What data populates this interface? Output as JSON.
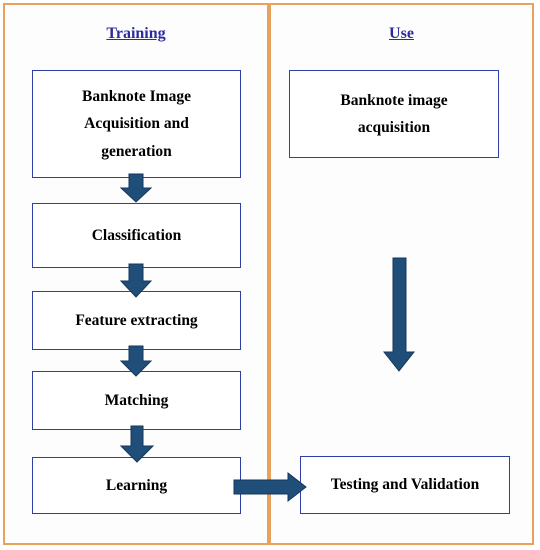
{
  "training": {
    "title": "Training",
    "steps": [
      "Banknote Image Acquisition and generation",
      "Classification",
      "Feature extracting",
      "Matching",
      "Learning"
    ]
  },
  "use": {
    "title": "Use",
    "steps": [
      "Banknote image acquisition",
      "Testing and Validation"
    ]
  },
  "colors": {
    "panel_border": "#e8a25c",
    "box_border": "#2f3fa8",
    "title_text": "#2b2ba0",
    "arrow_fill": "#1f4e79"
  }
}
